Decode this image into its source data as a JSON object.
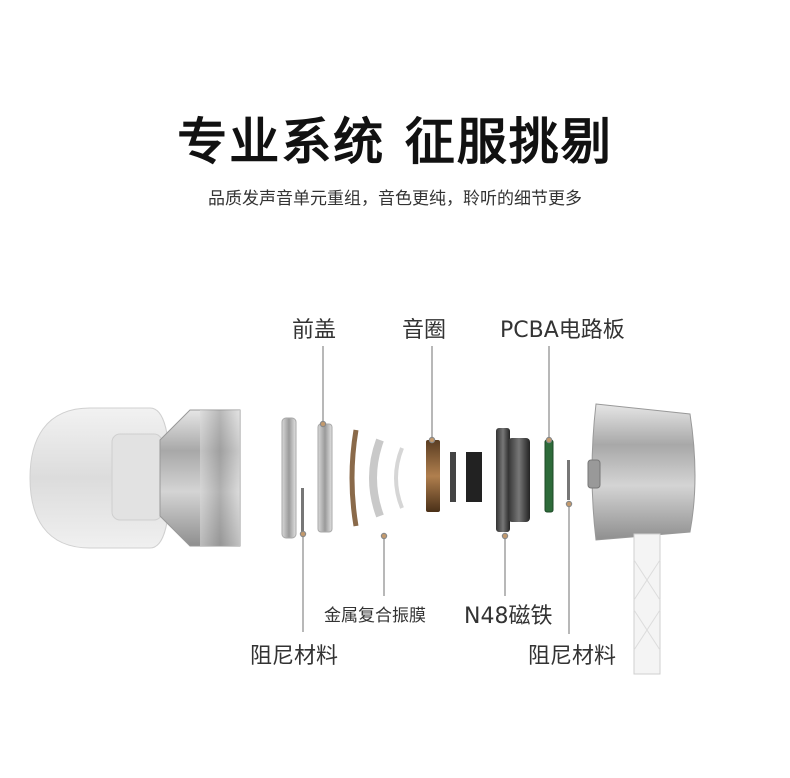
{
  "header": {
    "title": "专业系统 征服挑剔",
    "subtitle": "品质发声音单元重组，音色更纯，聆听的细节更多"
  },
  "labels": {
    "front_cover": "前盖",
    "voice_coil": "音圈",
    "pcba": "PCBA电路板",
    "diaphragm": "金属复合振膜",
    "magnet": "N48磁铁",
    "damping_left": "阻尼材料",
    "damping_right": "阻尼材料"
  },
  "colors": {
    "leader_line": "#888888",
    "accent_dot": "#c49a6c",
    "metal": "#bdbdbd",
    "text": "#333333"
  }
}
